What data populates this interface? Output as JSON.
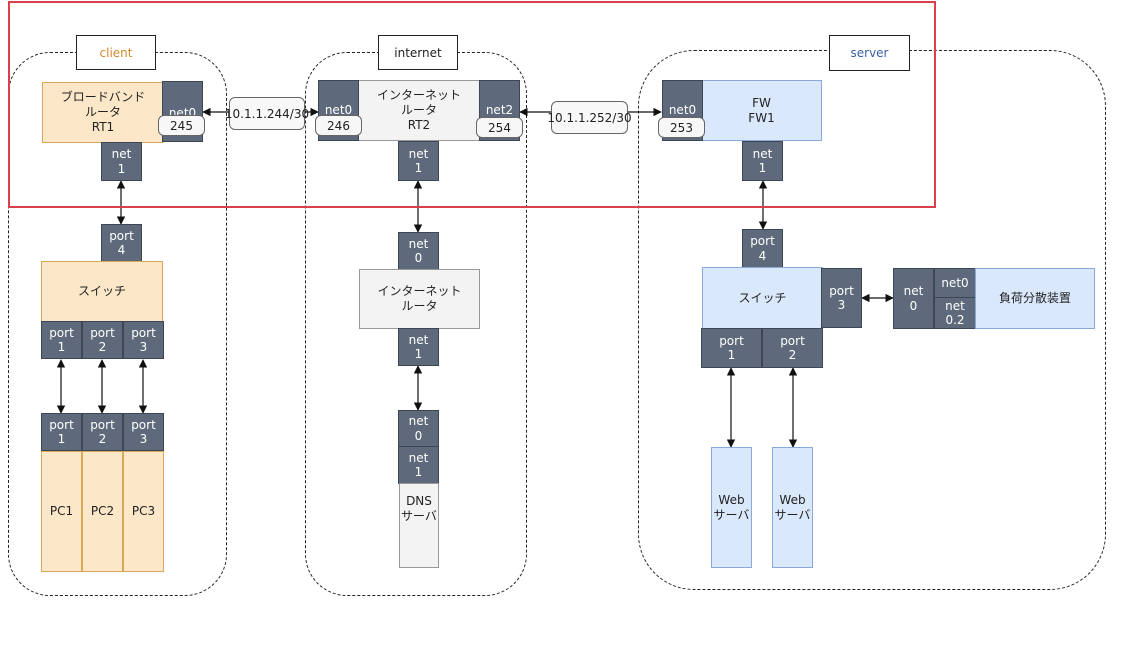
{
  "groups": {
    "client": "client",
    "internet": "internet",
    "server": "server"
  },
  "colors": {
    "client_label": "#d08a2c",
    "server_label": "#3a5fa8",
    "highlight": "#d9404a"
  },
  "client": {
    "router": "ブロードバンド\nルータ\nRT1",
    "net0": "net0",
    "net0_addr": "245",
    "net1": "net\n1",
    "switch": "スイッチ",
    "sw_port4": "port\n4",
    "sw_port1": "port\n1",
    "sw_port2": "port\n2",
    "sw_port3": "port\n3",
    "pc_port1": "port\n1",
    "pc_port2": "port\n2",
    "pc_port3": "port\n3",
    "pc1": "PC1",
    "pc2": "PC2",
    "pc3": "PC3"
  },
  "internet": {
    "router": "インターネット\nルータ\nRT2",
    "net0": "net0",
    "net0_addr": "246",
    "net2": "net2",
    "net2_addr": "254",
    "net1": "net\n1",
    "router2": "インターネット\nルータ",
    "r2_net0": "net\n0",
    "r2_net1": "net\n1",
    "dns_net0": "net\n0",
    "dns_net1": "net\n1",
    "dns": "DNS\nサーバ"
  },
  "server": {
    "fw": "FW\nFW1",
    "net0": "net0",
    "net0_addr": "253",
    "net1": "net\n1",
    "switch": "スイッチ",
    "sw_port4": "port\n4",
    "sw_port3": "port\n3",
    "sw_port1": "port\n1",
    "sw_port2": "port\n2",
    "lb_net0": "net\n0",
    "lb_net0b": "net0",
    "lb_net02": "net\n0.2",
    "lb": "負荷分散装置",
    "web1": "Web\nサーバ",
    "web2": "Web\nサーバ"
  },
  "links": {
    "subnet1": "10.1.1.244/30",
    "subnet2": "10.1.1.252/30"
  }
}
